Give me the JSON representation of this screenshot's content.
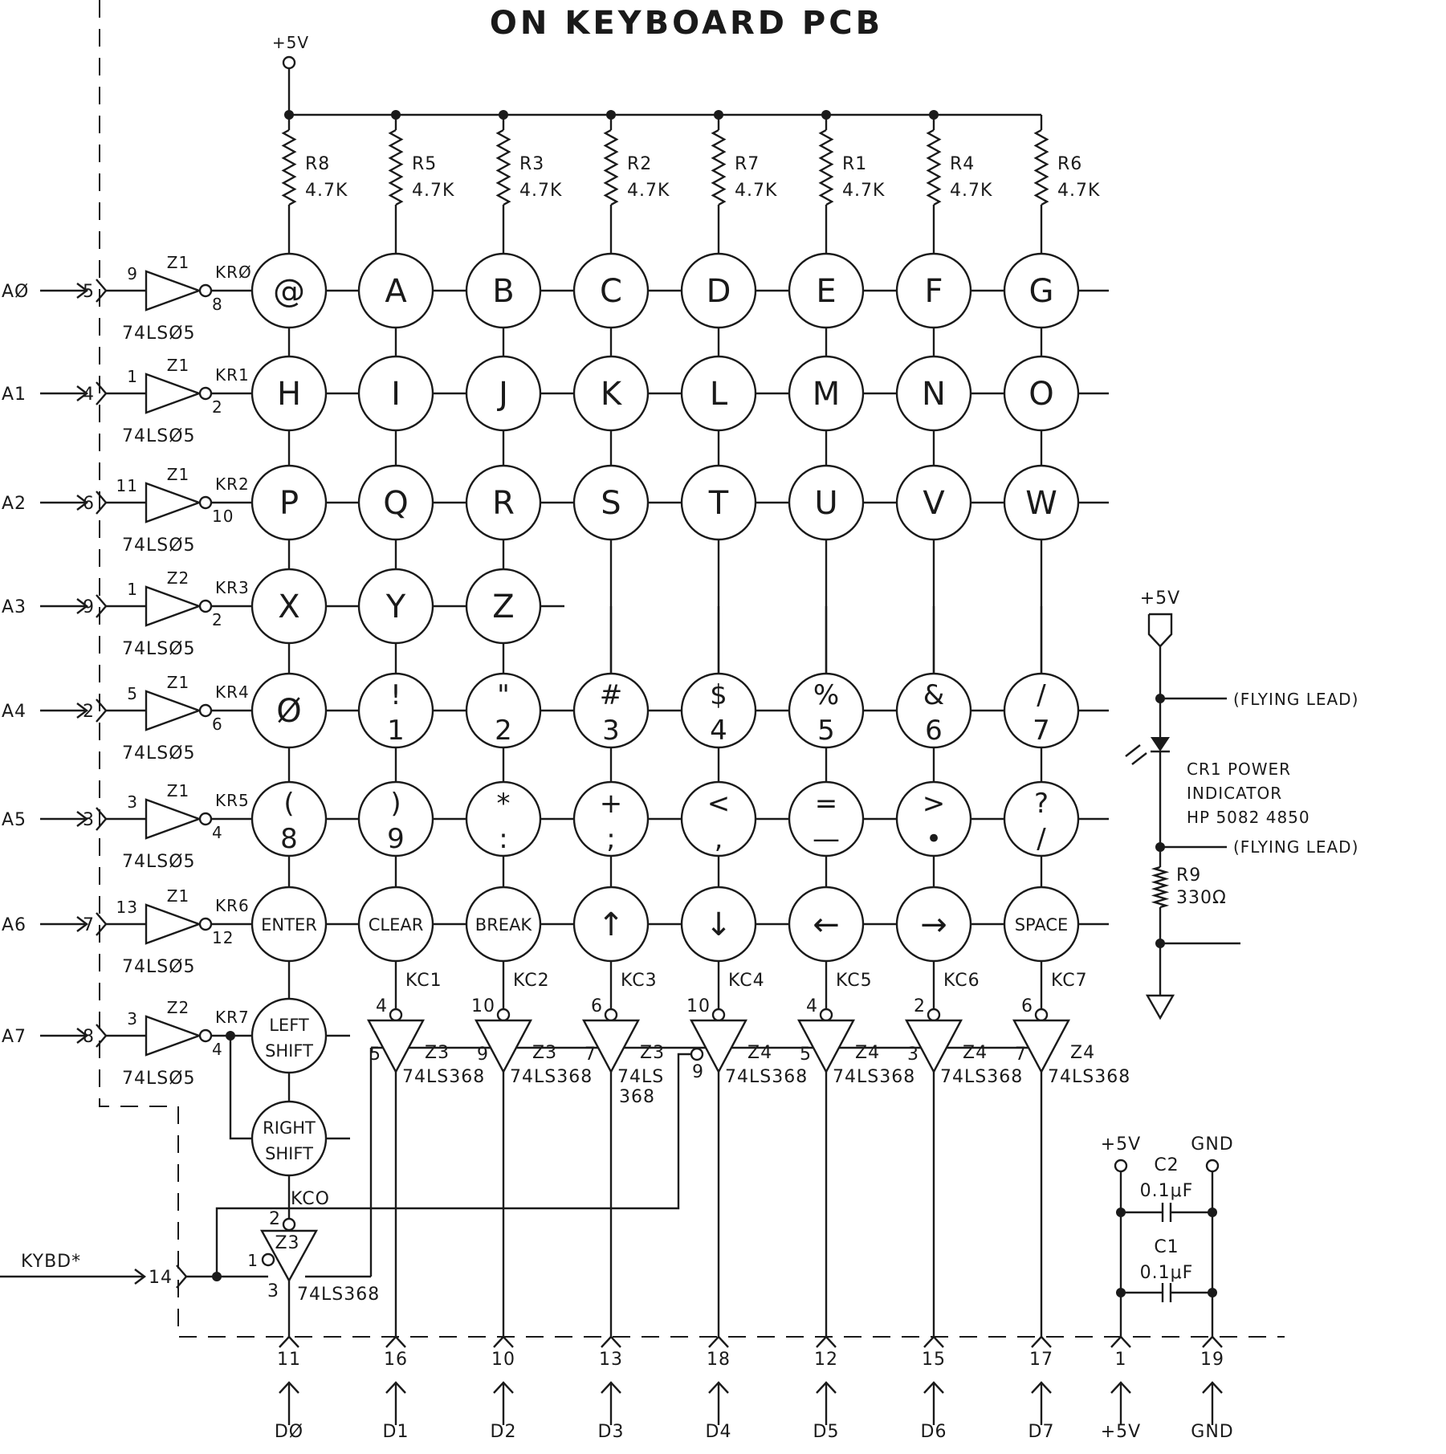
{
  "title": "ON KEYBOARD PCB",
  "supply_label": "+5V",
  "resistors": [
    {
      "name": "R8",
      "value": "4.7K"
    },
    {
      "name": "R5",
      "value": "4.7K"
    },
    {
      "name": "R3",
      "value": "4.7K"
    },
    {
      "name": "R2",
      "value": "4.7K"
    },
    {
      "name": "R7",
      "value": "4.7K"
    },
    {
      "name": "R1",
      "value": "4.7K"
    },
    {
      "name": "R4",
      "value": "4.7K"
    },
    {
      "name": "R6",
      "value": "4.7K"
    }
  ],
  "rows": [
    {
      "addr": "AØ",
      "in_pin": "5",
      "in_gate": "9",
      "ic": "Z1",
      "out_pin": "8",
      "row": "KRØ",
      "part": "74LSØ5"
    },
    {
      "addr": "A1",
      "in_pin": "4",
      "in_gate": "1",
      "ic": "Z1",
      "out_pin": "2",
      "row": "KR1",
      "part": "74LSØ5"
    },
    {
      "addr": "A2",
      "in_pin": "6",
      "in_gate": "11",
      "ic": "Z1",
      "out_pin": "10",
      "row": "KR2",
      "part": "74LSØ5"
    },
    {
      "addr": "A3",
      "in_pin": "9",
      "in_gate": "1",
      "ic": "Z2",
      "out_pin": "2",
      "row": "KR3",
      "part": "74LSØ5"
    },
    {
      "addr": "A4",
      "in_pin": "2",
      "in_gate": "5",
      "ic": "Z1",
      "out_pin": "6",
      "row": "KR4",
      "part": "74LSØ5"
    },
    {
      "addr": "A5",
      "in_pin": "3",
      "in_gate": "3",
      "ic": "Z1",
      "out_pin": "4",
      "row": "KR5",
      "part": "74LSØ5"
    },
    {
      "addr": "A6",
      "in_pin": "7",
      "in_gate": "13",
      "ic": "Z1",
      "out_pin": "12",
      "row": "KR6",
      "part": "74LSØ5"
    },
    {
      "addr": "A7",
      "in_pin": "8",
      "in_gate": "3",
      "ic": "Z2",
      "out_pin": "4",
      "row": "KR7",
      "part": "74LSØ5"
    }
  ],
  "keys": [
    [
      {
        "t": "@"
      },
      {
        "t": "A"
      },
      {
        "t": "B"
      },
      {
        "t": "C"
      },
      {
        "t": "D"
      },
      {
        "t": "E"
      },
      {
        "t": "F"
      },
      {
        "t": "G"
      }
    ],
    [
      {
        "t": "H"
      },
      {
        "t": "I"
      },
      {
        "t": "J"
      },
      {
        "t": "K"
      },
      {
        "t": "L"
      },
      {
        "t": "M"
      },
      {
        "t": "N"
      },
      {
        "t": "O"
      }
    ],
    [
      {
        "t": "P"
      },
      {
        "t": "Q"
      },
      {
        "t": "R"
      },
      {
        "t": "S"
      },
      {
        "t": "T"
      },
      {
        "t": "U"
      },
      {
        "t": "V"
      },
      {
        "t": "W"
      }
    ],
    [
      {
        "t": "X"
      },
      {
        "t": "Y"
      },
      {
        "t": "Z"
      }
    ],
    [
      {
        "t": "Ø"
      },
      {
        "t": "!",
        "b": "1"
      },
      {
        "t": "\"",
        "b": "2"
      },
      {
        "t": "#",
        "b": "3"
      },
      {
        "t": "$",
        "b": "4"
      },
      {
        "t": "%",
        "b": "5"
      },
      {
        "t": "&",
        "b": "6"
      },
      {
        "t": "/",
        "b": "7"
      }
    ],
    [
      {
        "t": "(",
        "b": "8"
      },
      {
        "t": ")",
        "b": "9"
      },
      {
        "t": "*",
        "b": ":"
      },
      {
        "t": "+",
        "b": ";"
      },
      {
        "t": "<",
        "b": ","
      },
      {
        "t": "=",
        "b": "—"
      },
      {
        "t": ">",
        "b": "•"
      },
      {
        "t": "?",
        "b": "/"
      }
    ],
    [
      {
        "t": "ENTER"
      },
      {
        "t": "CLEAR"
      },
      {
        "t": "BREAK"
      },
      {
        "t": "↑"
      },
      {
        "t": "↓"
      },
      {
        "t": "←"
      },
      {
        "t": "→"
      },
      {
        "t": "SPACE"
      }
    ]
  ],
  "shift_keys": [
    {
      "l1": "LEFT",
      "l2": "SHIFT"
    },
    {
      "l1": "RIGHT",
      "l2": "SHIFT"
    }
  ],
  "buffers": [
    {
      "col": "KCO",
      "in_pin": "2",
      "en_pin": "1",
      "out_pin": "3",
      "ic": "Z3",
      "part": "74LS368"
    },
    {
      "col": "KC1",
      "in_pin": "4",
      "out_pin": "5",
      "ic": "Z3",
      "part": "74LS368"
    },
    {
      "col": "KC2",
      "in_pin": "10",
      "out_pin": "9",
      "ic": "Z3",
      "part": "74LS368"
    },
    {
      "col": "KC3",
      "in_pin": "6",
      "out_pin": "7",
      "ic": "Z3",
      "part": "74LS",
      "part2": "368"
    },
    {
      "col": "KC4",
      "in_pin": "10",
      "en_pin": "9",
      "ic": "Z4",
      "part": "74LS368"
    },
    {
      "col": "KC5",
      "in_pin": "4",
      "out_pin": "5",
      "ic": "Z4",
      "part": "74LS368"
    },
    {
      "col": "KC6",
      "in_pin": "2",
      "out_pin": "3",
      "ic": "Z4",
      "part": "74LS368"
    },
    {
      "col": "KC7",
      "in_pin": "6",
      "out_pin": "7",
      "ic": "Z4",
      "part": "74LS368"
    }
  ],
  "outputs": [
    {
      "pin": "11",
      "name": "DØ"
    },
    {
      "pin": "16",
      "name": "D1"
    },
    {
      "pin": "10",
      "name": "D2"
    },
    {
      "pin": "13",
      "name": "D3"
    },
    {
      "pin": "18",
      "name": "D4"
    },
    {
      "pin": "12",
      "name": "D5"
    },
    {
      "pin": "15",
      "name": "D6"
    },
    {
      "pin": "17",
      "name": "D7"
    },
    {
      "pin": "1",
      "name": "+5V"
    },
    {
      "pin": "19",
      "name": "GND"
    }
  ],
  "kybd": {
    "label": "KYBD*",
    "pin": "14"
  },
  "led": {
    "supply": "+5V",
    "lead_top": "(FLYING LEAD)",
    "lead_bottom": "(FLYING LEAD)",
    "line1": "CR1 POWER",
    "line2": "INDICATOR",
    "line3": "HP 5082 4850",
    "r_name": "R9",
    "r_value": "330Ω"
  },
  "caps": {
    "supply": "+5V",
    "gnd": "GND",
    "c2_name": "C2",
    "c2_value": "0.1μF",
    "c1_name": "C1",
    "c1_value": "0.1μF"
  }
}
